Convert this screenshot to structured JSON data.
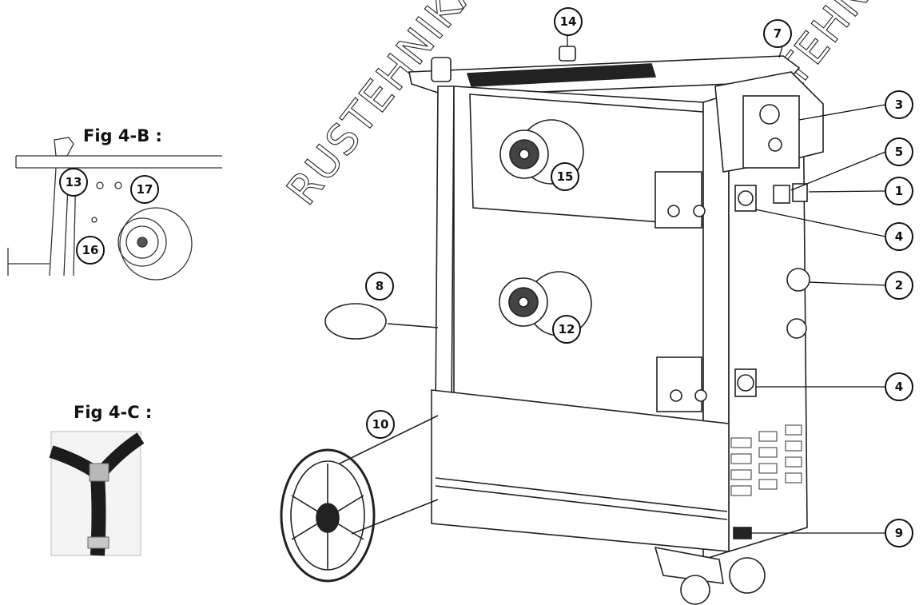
{
  "figures": {
    "fig_4b": {
      "title": "Fig 4-B :"
    },
    "fig_4c": {
      "title": "Fig 4-C :"
    }
  },
  "watermark": "RUSTEHNIKA",
  "callouts": {
    "c1": "1",
    "c2": "2",
    "c3": "3",
    "c4a": "4",
    "c4b": "4",
    "c5": "5",
    "c7": "7",
    "c8": "8",
    "c9": "9",
    "c10": "10",
    "c12": "12",
    "c13": "13",
    "c14": "14",
    "c15": "15",
    "c16": "16",
    "c17": "17"
  }
}
